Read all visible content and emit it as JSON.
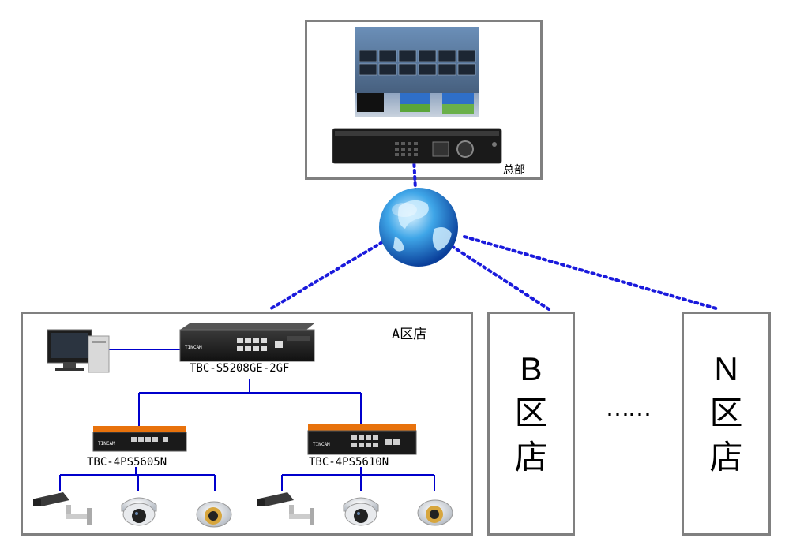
{
  "hq": {
    "label": "总部"
  },
  "store_a": {
    "label": "A区店",
    "core_switch": {
      "model": "TBC-S5208GE-2GF",
      "brand": "TINCAM"
    },
    "left_switch": {
      "model": "TBC-4PS5605N",
      "brand": "TINCAM"
    },
    "right_switch": {
      "model": "TBC-4PS5610N",
      "brand": "TINCAM"
    }
  },
  "store_b": {
    "letter": "B",
    "char1": "区",
    "char2": "店"
  },
  "ellipsis": "……",
  "store_n": {
    "letter": "N",
    "char1": "区",
    "char2": "店"
  },
  "colors": {
    "link": "#0000cc",
    "dotted": "#1a1adc",
    "border": "#808080",
    "switch_accent": "#e8720c"
  }
}
